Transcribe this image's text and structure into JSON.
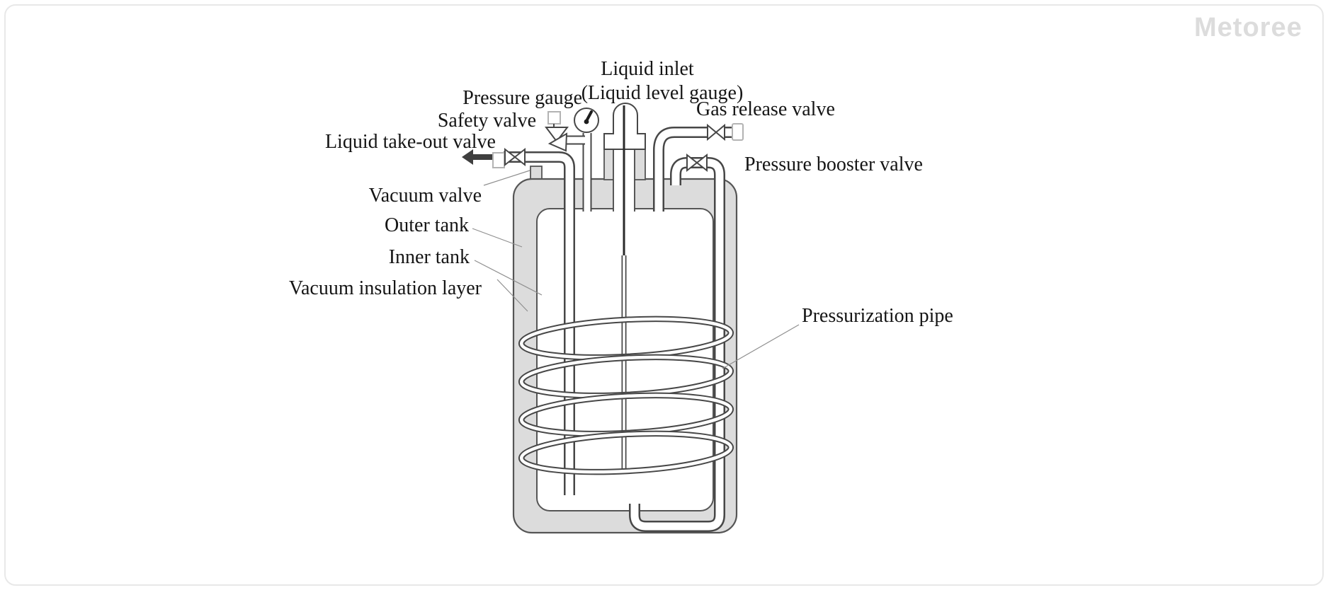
{
  "page": {
    "background": "#ffffff",
    "border_color": "#e8e8e8"
  },
  "watermark": {
    "text": "Metoree",
    "color": "#dcdcdc"
  },
  "colors": {
    "insulation_fill": "#dcdcdc",
    "inner_tank_fill": "#ffffff",
    "pipe_line": "#474747",
    "tank_outline": "#555555",
    "label_text": "#151515",
    "leader_line": "#8f8f8f",
    "cap_outline": "#b3b3b3",
    "arrow_fill": "#3f3f3f"
  },
  "labels": {
    "liquid_inlet_line1": "Liquid inlet",
    "liquid_inlet_line2": "(Liquid level gauge)",
    "pressure_gauge": "Pressure gauge",
    "safety_valve": "Safety valve",
    "liquid_take_out_valve": "Liquid take-out valve",
    "gas_release_valve": "Gas release valve",
    "pressure_booster_valve": "Pressure booster valve",
    "vacuum_valve": "Vacuum valve",
    "outer_tank": "Outer tank",
    "inner_tank": "Inner tank",
    "vacuum_insulation_layer": "Vacuum insulation layer",
    "pressurization_pipe": "Pressurization pipe"
  }
}
